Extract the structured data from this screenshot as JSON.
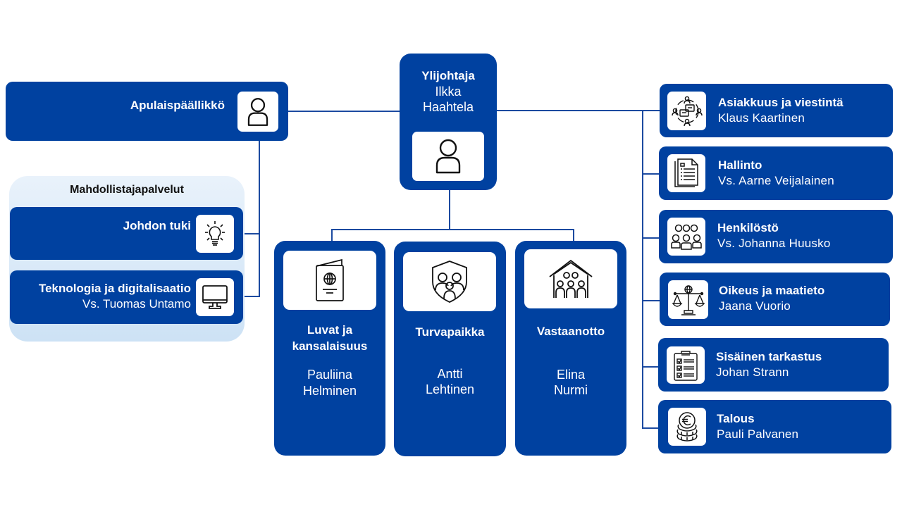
{
  "diagram": {
    "director": {
      "title": "Ylijohtaja",
      "name_line1": "Ilkka",
      "name_line2": "Haahtela",
      "icon": "person-icon"
    },
    "deputy": {
      "title": "Apulaispäällikkö",
      "icon": "person-icon"
    },
    "enabling_services": {
      "group_title": "Mahdollistajapalvelut",
      "units": [
        {
          "title": "Johdon tuki",
          "name": "",
          "icon": "lightbulb-icon"
        },
        {
          "title": "Teknologia ja digitalisaatio",
          "name": "Vs. Tuomas Untamo",
          "icon": "monitor-icon"
        }
      ]
    },
    "core_units": [
      {
        "title_line1": "Luvat ja",
        "title_line2": "kansalaisuus",
        "name_line1": "Pauliina",
        "name_line2": "Helminen",
        "icon": "passport-icon"
      },
      {
        "title_line1": "Turvapaikka",
        "title_line2": "",
        "name_line1": "Antti",
        "name_line2": "Lehtinen",
        "icon": "shield-family-icon"
      },
      {
        "title_line1": "Vastaanotto",
        "title_line2": "",
        "name_line1": "Elina",
        "name_line2": "Nurmi",
        "icon": "house-people-icon"
      }
    ],
    "staff_units": [
      {
        "title": "Asiakkuus ja viestintä",
        "name": "Klaus Kaartinen",
        "icon": "communication-network-icon"
      },
      {
        "title": "Hallinto",
        "name": "Vs. Aarne Veijalainen",
        "icon": "document-icon"
      },
      {
        "title": "Henkilöstö",
        "name": "Vs. Johanna Huusko",
        "icon": "people-group-icon"
      },
      {
        "title": "Oikeus ja maatieto",
        "name": "Jaana Vuorio",
        "icon": "scales-globe-icon"
      },
      {
        "title": "Sisäinen tarkastus",
        "name": "Johan Strann",
        "icon": "checklist-clipboard-icon"
      },
      {
        "title": "Talous",
        "name": "Pauli Palvanen",
        "icon": "euro-coins-icon"
      }
    ],
    "colors": {
      "box": "#0041a0",
      "line": "#1c4aa0",
      "group_bg": "#dbeaf8",
      "text_on_box": "#ffffff"
    }
  }
}
